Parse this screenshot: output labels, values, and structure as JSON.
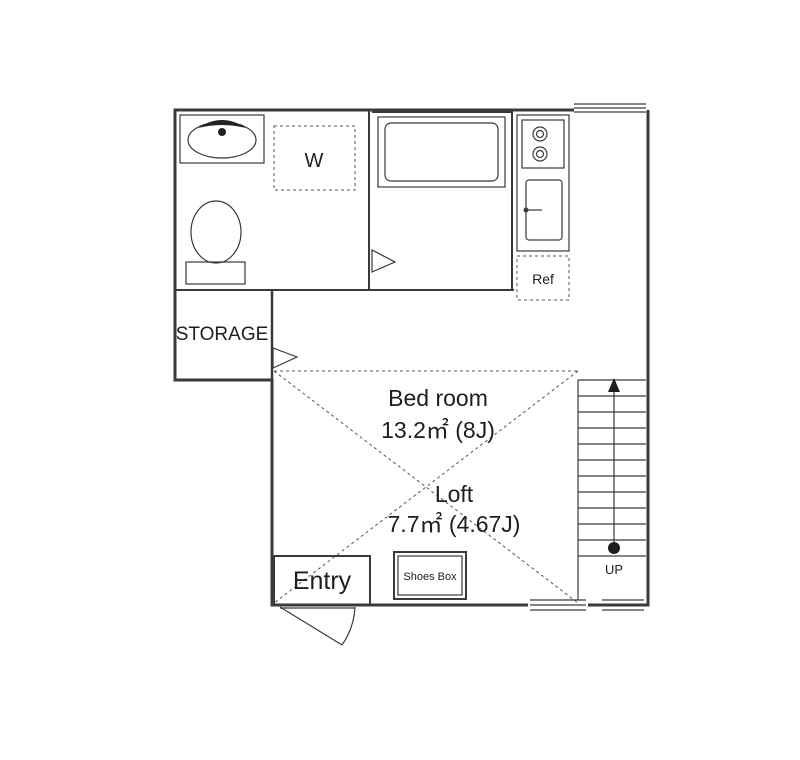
{
  "rooms": {
    "washer": "W",
    "refrigerator": "Ref",
    "storage": "STORAGE",
    "bedroom": {
      "name": "Bed room",
      "area": "13.2㎡ (8J)"
    },
    "loft": {
      "name": "Loft",
      "area": "7.7㎡ (4.67J)"
    },
    "entry": "Entry",
    "shoes_box": "Shoes Box"
  },
  "stairs": {
    "label": "UP",
    "steps": 11
  },
  "colors": {
    "wall": "#3a3a3a",
    "background": "#ffffff"
  }
}
